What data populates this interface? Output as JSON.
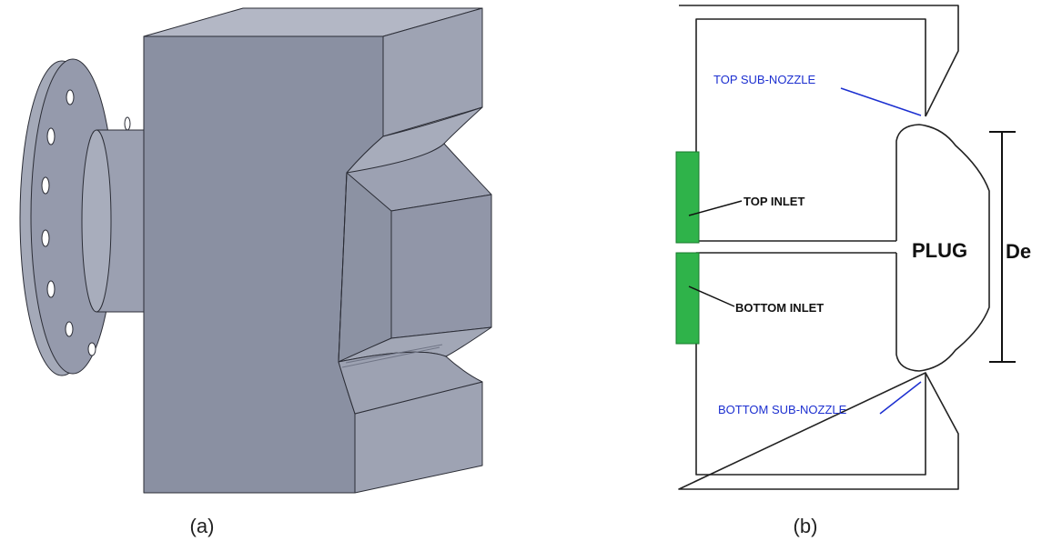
{
  "captions": {
    "a": "(a)",
    "b": "(b)"
  },
  "labels": {
    "top_sub_nozzle": "TOP SUB-NOZZLE",
    "top_inlet": "TOP INLET",
    "plug": "PLUG",
    "de": "De",
    "bottom_inlet": "BOTTOM INLET",
    "bottom_sub_nozzle": "BOTTOM SUB-NOZZLE"
  },
  "colors": {
    "model_body": "#8e94a6",
    "model_front": "#8a90a2",
    "model_side": "#9ea3b3",
    "model_top": "#b3b7c5",
    "inlet_green": "#2fb34a",
    "label_blue": "#1c2fd0",
    "line_dark": "#222222"
  }
}
